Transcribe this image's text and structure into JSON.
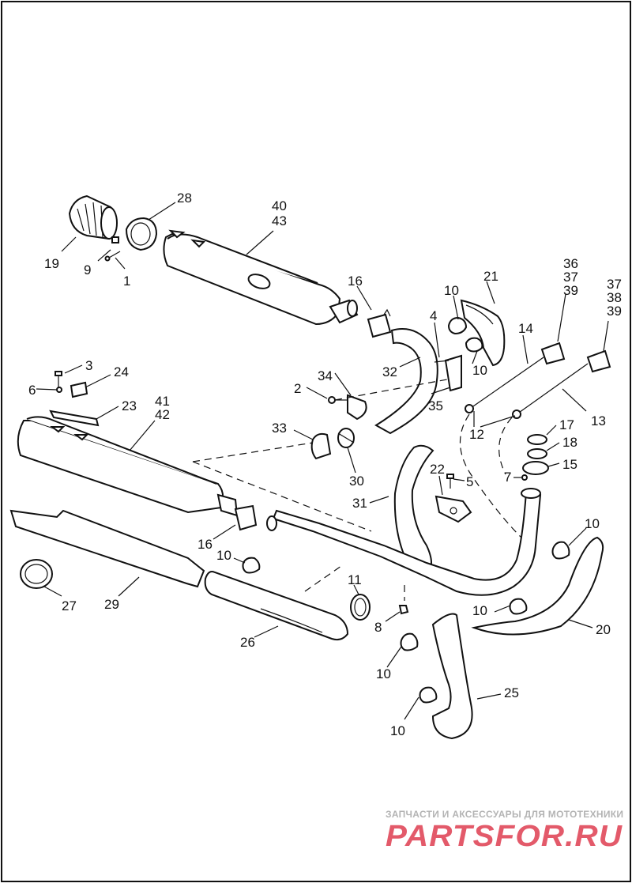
{
  "labels": {
    "l19": "19",
    "l28": "28",
    "l9": "9",
    "l1": "1",
    "l40": "40",
    "l43": "43",
    "l16a": "16",
    "l10a": "10",
    "l21": "21",
    "l36": "36",
    "l37a": "37",
    "l39a": "39",
    "l37b": "37",
    "l38": "38",
    "l39b": "39",
    "l4": "4",
    "l10b": "10",
    "l14": "14",
    "l3": "3",
    "l24": "24",
    "l6": "6",
    "l34": "34",
    "l32": "32",
    "l2": "2",
    "l35": "35",
    "l41": "41",
    "l42": "42",
    "l23": "23",
    "l13": "13",
    "l12": "12",
    "l17": "17",
    "l18": "18",
    "l15": "15",
    "l33": "33",
    "l30": "30",
    "l22": "22",
    "l5": "5",
    "l7": "7",
    "l31": "31",
    "l10c": "10",
    "l16b": "16",
    "l10d": "10",
    "l11": "11",
    "l27": "27",
    "l29": "29",
    "l8": "8",
    "l10e": "10",
    "l20": "20",
    "l26": "26",
    "l10f": "10",
    "l25": "25",
    "l10g": "10"
  },
  "watermark": {
    "caption": "ЗАПЧАСТИ И АКСЕССУАРЫ ДЛЯ МОТОТЕХНИКИ",
    "logo": "PARTSFOR.RU"
  }
}
